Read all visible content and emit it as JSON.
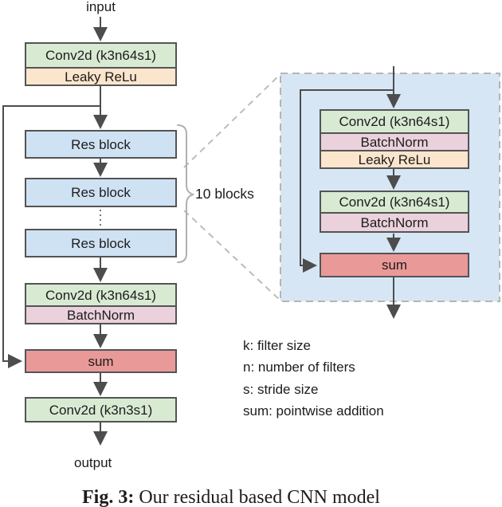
{
  "colors": {
    "conv_fill": "#d9ead3",
    "relu_fill": "#fce5cd",
    "res_fill": "#cfe2f3",
    "batchnorm_fill": "#ead1dc",
    "sum_fill": "#ea9999",
    "zoom_panel_fill": "#d7e6f5",
    "box_border": "#545454",
    "arrow": "#4d4d4d",
    "dashed_gray": "#b5b5b5",
    "brace_gray": "#b0b0b0"
  },
  "left_column": {
    "input_label": "input",
    "conv_top": "Conv2d (k3n64s1)",
    "leaky_relu": "Leaky ReLu",
    "res_block_1": "Res block",
    "res_block_2": "Res block",
    "res_block_3": "Res block",
    "blocks_count_label": "10 blocks",
    "conv_mid": "Conv2d (k3n64s1)",
    "batchnorm": "BatchNorm",
    "sum": "sum",
    "conv_out": "Conv2d (k3n3s1)",
    "output_label": "output"
  },
  "res_block_detail": {
    "conv_1": "Conv2d (k3n64s1)",
    "batchnorm_1": "BatchNorm",
    "leaky_relu": "Leaky ReLu",
    "conv_2": "Conv2d (k3n64s1)",
    "batchnorm_2": "BatchNorm",
    "sum": "sum"
  },
  "legend": {
    "lines": [
      "k: filter size",
      "n: number of filters",
      "s: stride size",
      "sum: pointwise addition"
    ]
  },
  "caption": {
    "label": "Fig. 3:",
    "text": "Our residual based CNN model"
  }
}
